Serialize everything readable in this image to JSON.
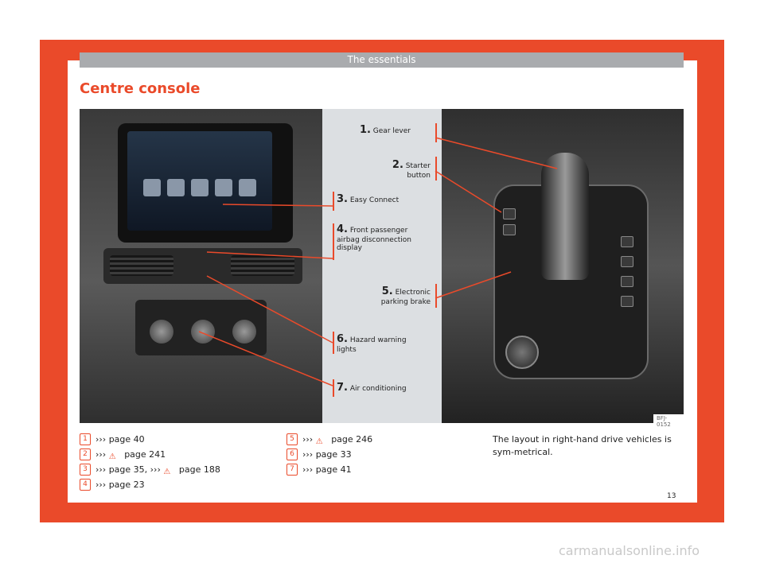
{
  "header": {
    "section": "The essentials"
  },
  "title": "Centre console",
  "figure": {
    "code": "BFJ-0152",
    "labels": [
      {
        "num": "1.",
        "text": "Gear lever"
      },
      {
        "num": "2.",
        "text": "Starter button"
      },
      {
        "num": "3.",
        "text": "Easy Connect"
      },
      {
        "num": "4.",
        "text": "Front passenger airbag disconnection display"
      },
      {
        "num": "5.",
        "text": "Electronic parking brake"
      },
      {
        "num": "6.",
        "text": "Hazard warning lights"
      },
      {
        "num": "7.",
        "text": "Air conditioning"
      }
    ]
  },
  "refs_left": [
    {
      "badge": "1",
      "text": "››› page 40"
    },
    {
      "badge": "2",
      "pre": "›››",
      "icon": "warning-icon",
      "text": "page 241"
    },
    {
      "badge": "3",
      "pre": "››› page 35, ›››",
      "icon": "warning-icon",
      "text": "page 188"
    },
    {
      "badge": "4",
      "text": "››› page 23"
    }
  ],
  "refs_mid": [
    {
      "badge": "5",
      "pre": "›››",
      "icon": "warning-icon",
      "text": "page 246"
    },
    {
      "badge": "6",
      "text": "››› page 33"
    },
    {
      "badge": "7",
      "text": "››› page 41"
    }
  ],
  "note": "The layout in right-hand drive vehicles is sym-metrical.",
  "page_number": "13",
  "watermark": "carmanualsonline.info",
  "colors": {
    "accent": "#ea4a2a",
    "header_bar": "#a9abae"
  }
}
